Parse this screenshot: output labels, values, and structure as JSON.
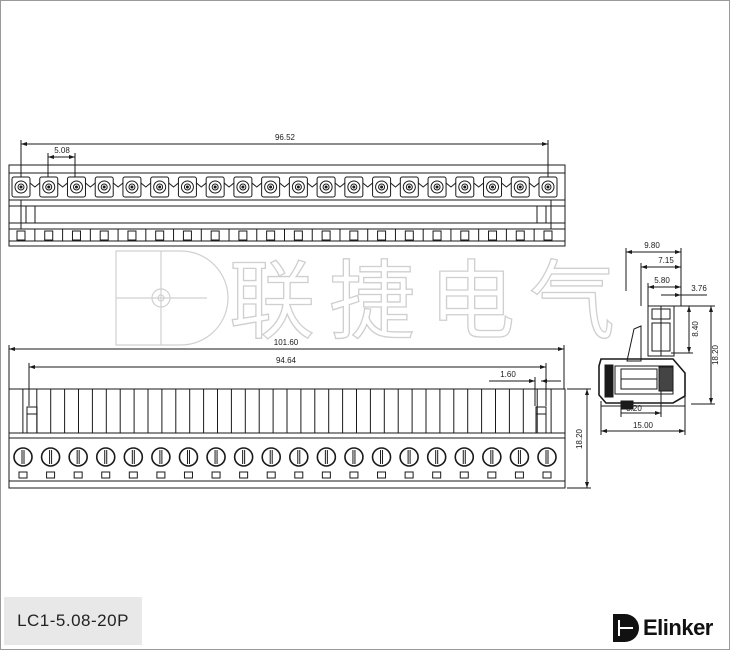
{
  "drawing": {
    "model": "LC1-5.08-20P",
    "brand": "Elinker",
    "watermark": "联捷电气",
    "pin_count": 20,
    "dimensions": {
      "top_span": "96.52",
      "top_pitch": "5.08",
      "bottom_total": "101.60",
      "bottom_span": "94.64",
      "bottom_small": "1.60",
      "front_height": "18.20",
      "side_width_top": "9.80",
      "side_7": "7.15",
      "side_5": "5.80",
      "side_3": "3.76",
      "side_8": "8.40",
      "side_height": "18.20",
      "side_bottom_small": "3.20",
      "side_bottom_width": "15.00"
    }
  },
  "colors": {
    "line": "#1a1a1a",
    "watermark": "#d4d4d4",
    "label_bg": "#e8e8e8"
  },
  "icons": {
    "brand": "elinker-logo-icon",
    "watermark_logo": "watermark-disc-icon"
  }
}
